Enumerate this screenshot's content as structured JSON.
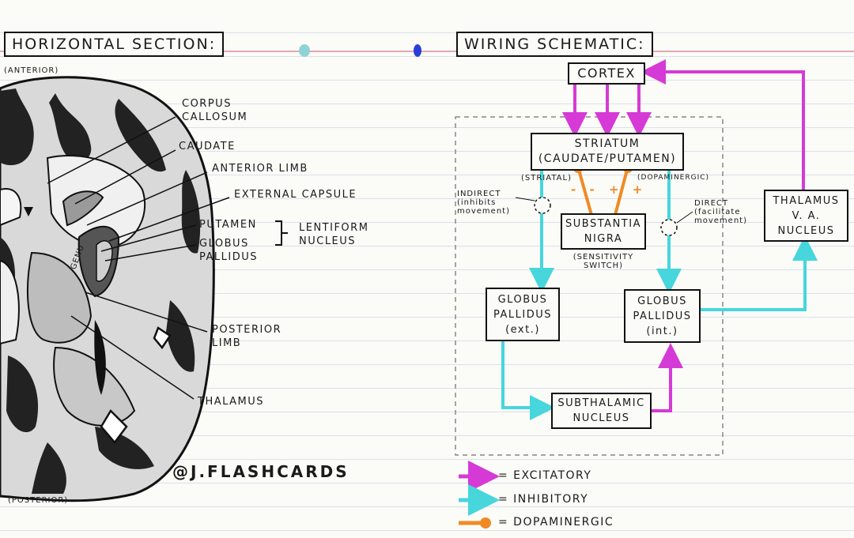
{
  "colors": {
    "excitatory": "#d63ad6",
    "inhibitory": "#46d6dc",
    "dopaminergic": "#f08a24",
    "ink": "#111111"
  },
  "left": {
    "title": "HORIZONTAL SECTION:",
    "anterior": "(ANTERIOR)",
    "posterior": "(POSTERIOR)",
    "genu": "GENU",
    "labels": {
      "corpus_callosum": [
        "CORPUS",
        "CALLOSUM"
      ],
      "caudate": "CAUDATE",
      "anterior_limb": "ANTERIOR LIMB",
      "external_capsule": "EXTERNAL CAPSULE",
      "putamen": "PUTAMEN",
      "globus_pallidus": [
        "GLOBUS",
        "PALLIDUS"
      ],
      "lentiform_nucleus": [
        "LENTIFORM",
        "NUCLEUS"
      ],
      "posterior_limb": [
        "POSTERIOR",
        "LIMB"
      ],
      "thalamus": "THALAMUS"
    }
  },
  "right": {
    "title": "WIRING SCHEMATIC:",
    "cortex": "CORTEX",
    "striatum": [
      "STRIATUM",
      "(CAUDATE/PUTAMEN)"
    ],
    "striatal": "(STRIATAL)",
    "dopaminergic_tag": "(DOPAMINERGIC)",
    "indirect": [
      "INDIRECT",
      "(inhibits",
      "movement)"
    ],
    "direct": [
      "DIRECT",
      "(facilitate",
      "movement)"
    ],
    "substantia_nigra": [
      "SUBSTANTIA",
      "NIGRA"
    ],
    "sensitivity_switch": [
      "(SENSITIVITY",
      "SWITCH)"
    ],
    "minus_signs": "- -",
    "plus_signs": "+ +",
    "gp_ext": [
      "GLOBUS",
      "PALLIDUS",
      "(ext.)"
    ],
    "gp_int": [
      "GLOBUS",
      "PALLIDUS",
      "(int.)"
    ],
    "subthalamic": [
      "SUBTHALAMIC",
      "NUCLEUS"
    ],
    "thalamus_va": [
      "THALAMUS",
      "V. A.",
      "NUCLEUS"
    ]
  },
  "legend": [
    {
      "label": "= EXCITATORY",
      "color": "#d63ad6",
      "kind": "arrow"
    },
    {
      "label": "= INHIBITORY",
      "color": "#46d6dc",
      "kind": "arrow"
    },
    {
      "label": "= DOPAMINERGIC",
      "color": "#f08a24",
      "kind": "dot"
    }
  ],
  "handle": "@J.FLASHCARDS"
}
